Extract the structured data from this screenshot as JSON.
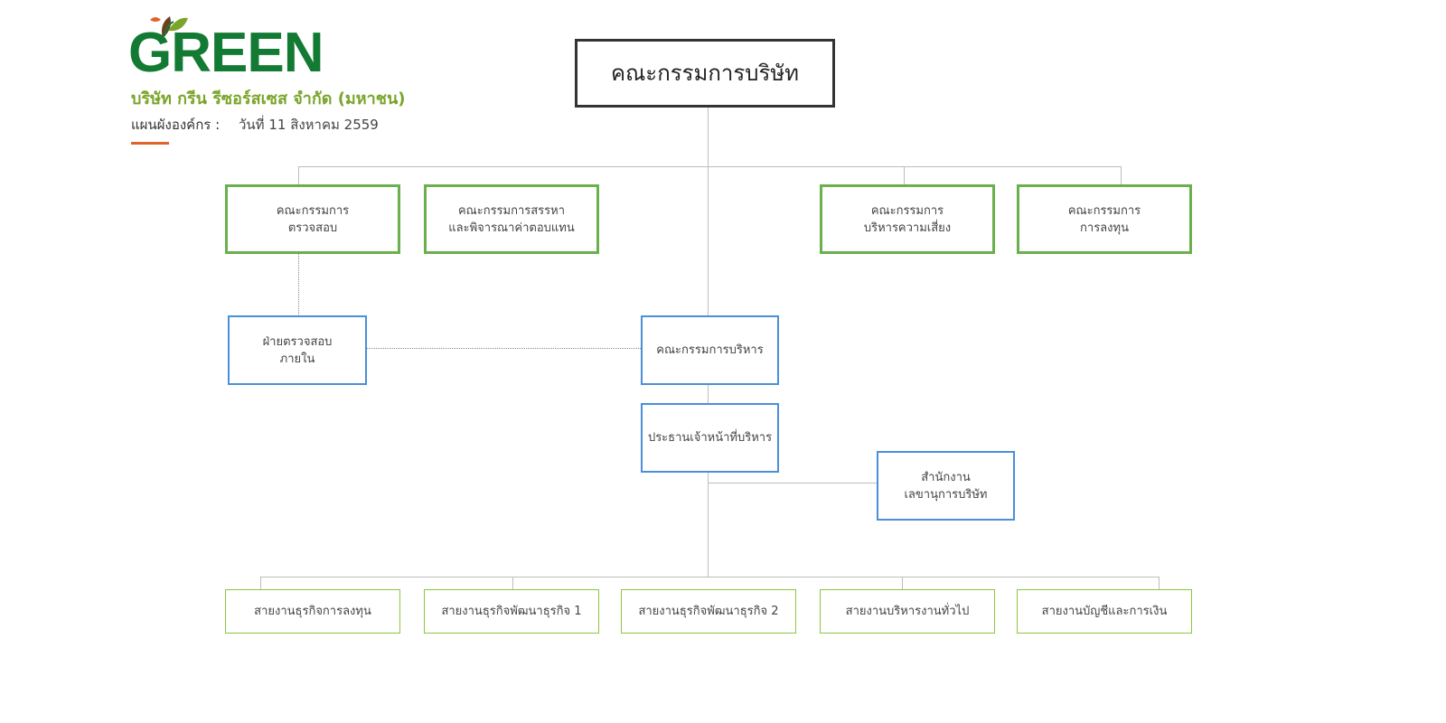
{
  "header": {
    "logo_text": "GREEN",
    "company_name": "บริษัท กรีน รีซอร์สเซส จำกัด (มหาชน)",
    "chart_label": "แผนผังองค์กร :",
    "chart_date": "วันที่ 11 สิงหาคม 2559"
  },
  "colors": {
    "logo_green": "#127a32",
    "company_green": "#7aa52a",
    "accent_orange": "#e0622a",
    "committee_border": "#6ab04c",
    "management_border": "#4a90d9",
    "division_border": "#8cc63f",
    "board_border": "#333333"
  },
  "board": {
    "name": "คณะกรรมการบริษัท"
  },
  "committees": [
    {
      "line1": "คณะกรรมการ",
      "line2": "ตรวจสอบ"
    },
    {
      "line1": "คณะกรรมการสรรหา",
      "line2": "และพิจารณาค่าตอบแทน"
    },
    {
      "line1": "คณะกรรมการ",
      "line2": "บริหารความเสี่ยง"
    },
    {
      "line1": "คณะกรรมการ",
      "line2": "การลงทุน"
    }
  ],
  "management": {
    "internal_audit": {
      "line1": "ฝ่ายตรวจสอบ",
      "line2": "ภายใน"
    },
    "executive_committee": "คณะกรรมการบริหาร",
    "ceo": "ประธานเจ้าหน้าที่บริหาร",
    "secretary_office": {
      "line1": "สำนักงาน",
      "line2": "เลขานุการบริษัท"
    }
  },
  "divisions": [
    "สายงานธุรกิจการลงทุน",
    "สายงานธุรกิจพัฒนาธุรกิจ 1",
    "สายงานธุรกิจพัฒนาธุรกิจ 2",
    "สายงานบริหารงานทั่วไป",
    "สายงานบัญชีและการเงิน"
  ]
}
